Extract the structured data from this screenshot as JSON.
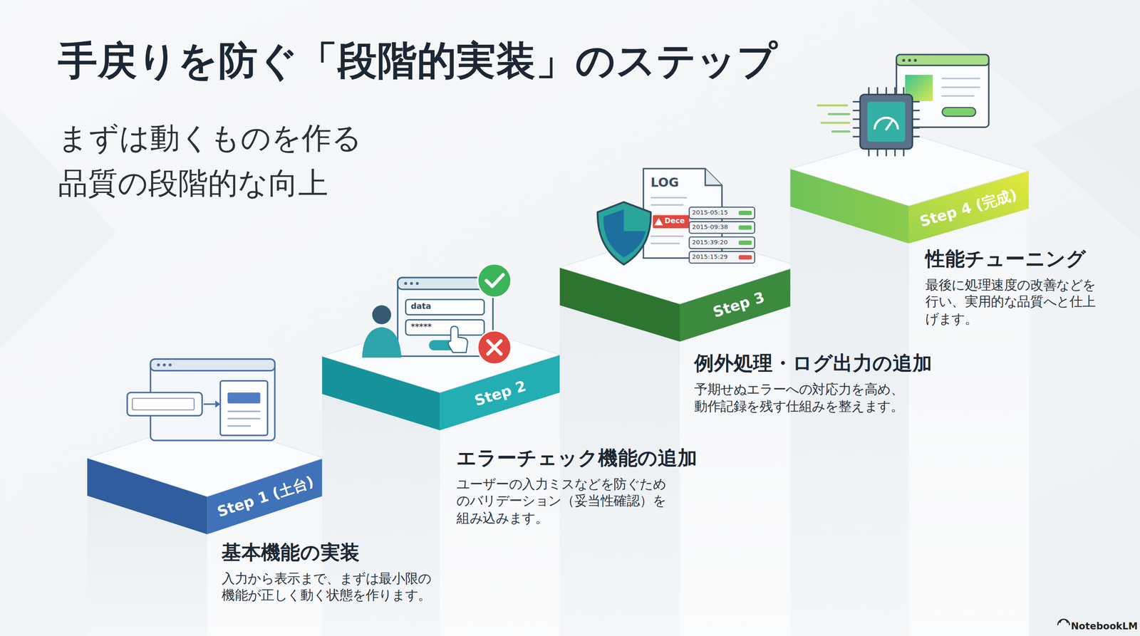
{
  "diagram": {
    "title": "手戻りを防ぐ「段階的実装」のステップ",
    "nodes": [
      {
        "text": [
          "Step 1 (土台)",
          "基本機能の実装",
          "入力から表示まで、まずは最小限の機能が正しく動く状態を作ります。"
        ]
      },
      {
        "text": [
          "Step 2",
          "エラーチェック機能の追加",
          "ユーザーの入力ミスなどを防ぐためのバリデーション（妥当性確認）を組み込みます。"
        ]
      },
      {
        "text": [
          "Step 3",
          "例外処理・ログ出力の追加",
          "予期せぬエラーへの対応力を高め、動作記録を残す仕組みを整えます。"
        ]
      },
      {
        "text": [
          "Step 4 (完成)",
          "性能チューニング",
          "最後に処理速度の改善などを行い、実用的な品質へと仕上げます。"
        ]
      }
    ],
    "labels": [
      "まずは動くものを作る",
      "品質の段階的な向上",
      "data",
      "*****",
      "LOG",
      "Dece",
      "2015-05:15",
      "2015-09:38",
      "2015:39:20",
      "2015:15:29",
      "NotebookLM"
    ]
  }
}
